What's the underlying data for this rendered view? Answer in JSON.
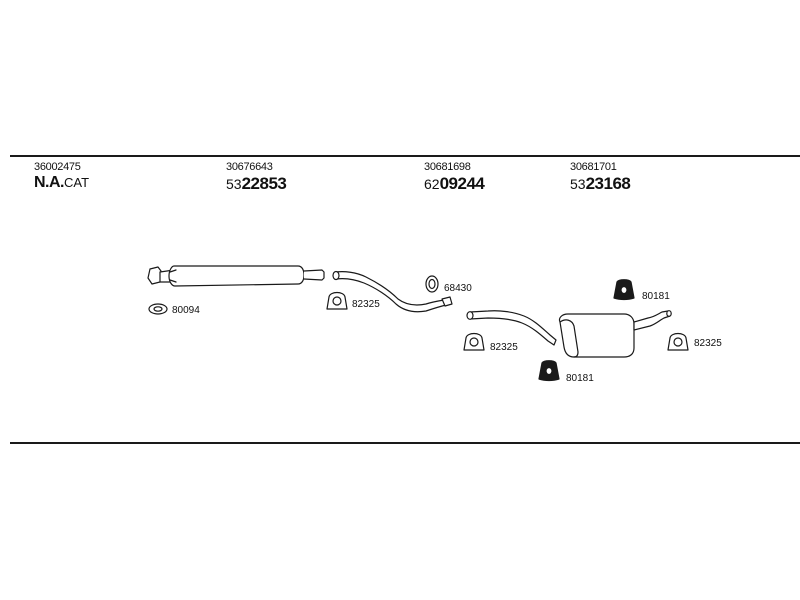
{
  "columns": [
    {
      "oe_number": "36002475",
      "ref_prefix": "N.A.",
      "ref_main": "CAT"
    },
    {
      "oe_number": "30676643",
      "ref_prefix": "53",
      "ref_main": "22853"
    },
    {
      "oe_number": "30681698",
      "ref_prefix": "62",
      "ref_main": "09244"
    },
    {
      "oe_number": "30681701",
      "ref_prefix": "53",
      "ref_main": "23168"
    }
  ],
  "part_labels": {
    "gasket": "80094",
    "clamp_front": "82325",
    "ring": "68430",
    "clamp_mid": "82325",
    "rubber_mount_lower": "80181",
    "rubber_mount_upper": "80181",
    "clamp_rear": "82325"
  },
  "colors": {
    "line": "#1a1a1a",
    "pipe": "#ffffff"
  }
}
